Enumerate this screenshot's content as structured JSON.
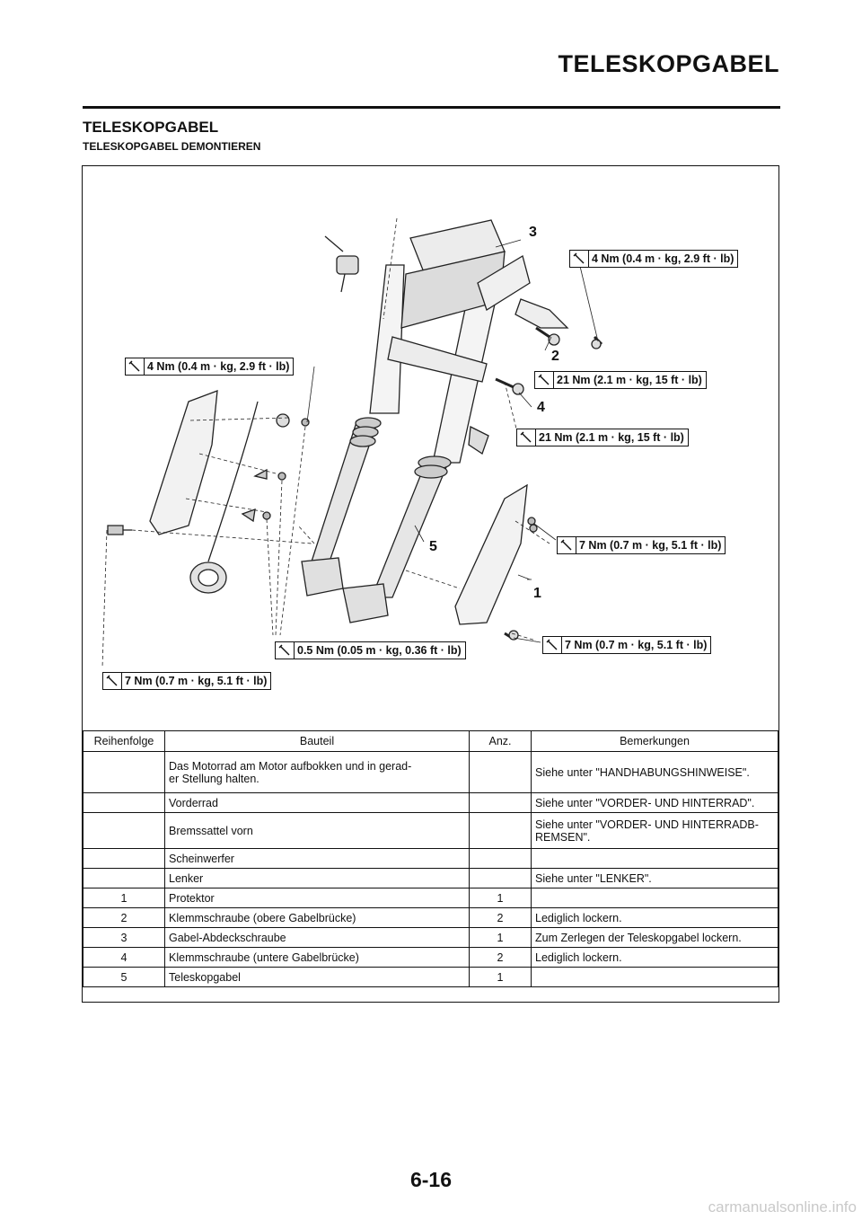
{
  "header": {
    "title": "TELESKOPGABEL"
  },
  "section": {
    "title": "TELESKOPGABEL",
    "subtitle": "TELESKOPGABEL DEMONTIEREN"
  },
  "diagram": {
    "callouts": [
      "3",
      "2",
      "4",
      "5",
      "1"
    ],
    "torques": [
      "4 Nm (0.4 m · kg, 2.9 ft · lb)",
      "4 Nm (0.4 m · kg, 2.9 ft · lb)",
      "21 Nm (2.1 m · kg, 15 ft · lb)",
      "21 Nm (2.1 m · kg, 15 ft · lb)",
      "7 Nm (0.7 m · kg, 5.1 ft · lb)",
      "7 Nm (0.7 m · kg, 5.1 ft · lb)",
      "0.5 Nm (0.05 m · kg, 0.36 ft · lb)",
      "7 Nm (0.7 m · kg, 5.1 ft · lb)"
    ]
  },
  "table": {
    "headers": [
      "Reihenfolge",
      "Bauteil",
      "Anz.",
      "Bemerkungen"
    ],
    "rows": [
      [
        "",
        "Das Motorrad am Motor aufbokken und in gerad-\ner Stellung halten.",
        "",
        "Siehe unter \"HANDHABUNGSHINWEISE\"."
      ],
      [
        "",
        "Vorderrad",
        "",
        "Siehe unter \"VORDER- UND HINTERRAD\"."
      ],
      [
        "",
        "Bremssattel vorn",
        "",
        "Siehe unter \"VORDER- UND HINTERRADB-\nREMSEN\"."
      ],
      [
        "",
        "Scheinwerfer",
        "",
        ""
      ],
      [
        "",
        "Lenker",
        "",
        "Siehe unter \"LENKER\"."
      ],
      [
        "1",
        "Protektor",
        "1",
        ""
      ],
      [
        "2",
        "Klemmschraube (obere Gabelbrücke)",
        "2",
        "Lediglich lockern."
      ],
      [
        "3",
        "Gabel-Abdeckschraube",
        "1",
        "Zum Zerlegen der Teleskopgabel lockern."
      ],
      [
        "4",
        "Klemmschraube (untere Gabelbrücke)",
        "2",
        "Lediglich lockern."
      ],
      [
        "5",
        "Teleskopgabel",
        "1",
        ""
      ]
    ]
  },
  "footer": {
    "page": "6-16",
    "watermark": "carmanualsonline.info"
  }
}
